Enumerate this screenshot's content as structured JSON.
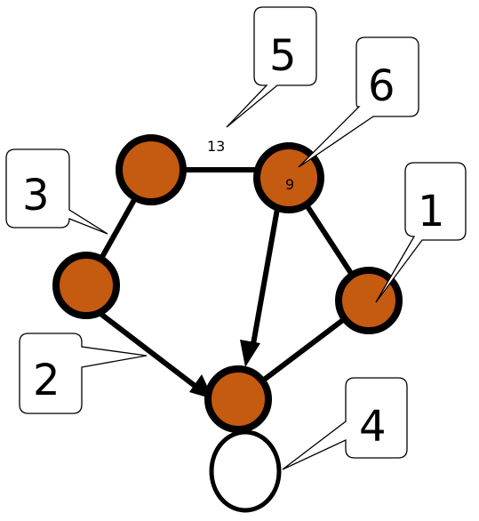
{
  "diagram": {
    "node_fill_color": "#c55a11",
    "callouts": [
      {
        "id": "callout-1",
        "label": "1"
      },
      {
        "id": "callout-2",
        "label": "2"
      },
      {
        "id": "callout-3",
        "label": "3"
      },
      {
        "id": "callout-4",
        "label": "4"
      },
      {
        "id": "callout-5",
        "label": "5"
      },
      {
        "id": "callout-6",
        "label": "6"
      }
    ],
    "labels": {
      "edge_label_top": "13",
      "node_label_topright": "9"
    }
  }
}
